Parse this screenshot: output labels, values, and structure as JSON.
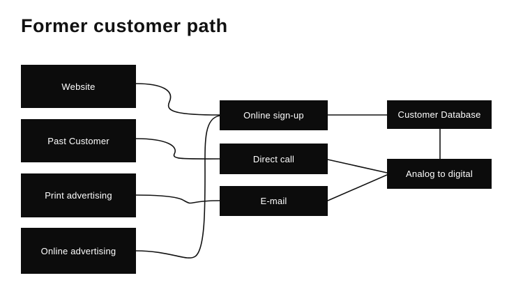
{
  "title": "Former customer path",
  "nodes": {
    "website": {
      "label": "Website"
    },
    "past_customer": {
      "label": "Past Customer"
    },
    "print_ads": {
      "label": "Print advertising"
    },
    "online_ads": {
      "label": "Online advertising"
    },
    "online_signup": {
      "label": "Online sign-up"
    },
    "direct_call": {
      "label": "Direct call"
    },
    "email": {
      "label": "E-mail"
    },
    "customer_db": {
      "label": "Customer Database"
    },
    "analog_digital": {
      "label": "Analog to digital"
    }
  },
  "edges": [
    {
      "from": "website",
      "to": "online_signup"
    },
    {
      "from": "past_customer",
      "to": "direct_call"
    },
    {
      "from": "print_ads",
      "to": "email"
    },
    {
      "from": "online_ads",
      "to": "online_signup"
    },
    {
      "from": "online_signup",
      "to": "customer_db"
    },
    {
      "from": "customer_db",
      "to": "analog_digital"
    },
    {
      "from": "direct_call",
      "to": "analog_digital"
    },
    {
      "from": "email",
      "to": "analog_digital"
    }
  ],
  "colors": {
    "node_fill": "#0c0c0c",
    "node_text": "#ffffff",
    "edge": "#111111",
    "background": "#ffffff"
  }
}
